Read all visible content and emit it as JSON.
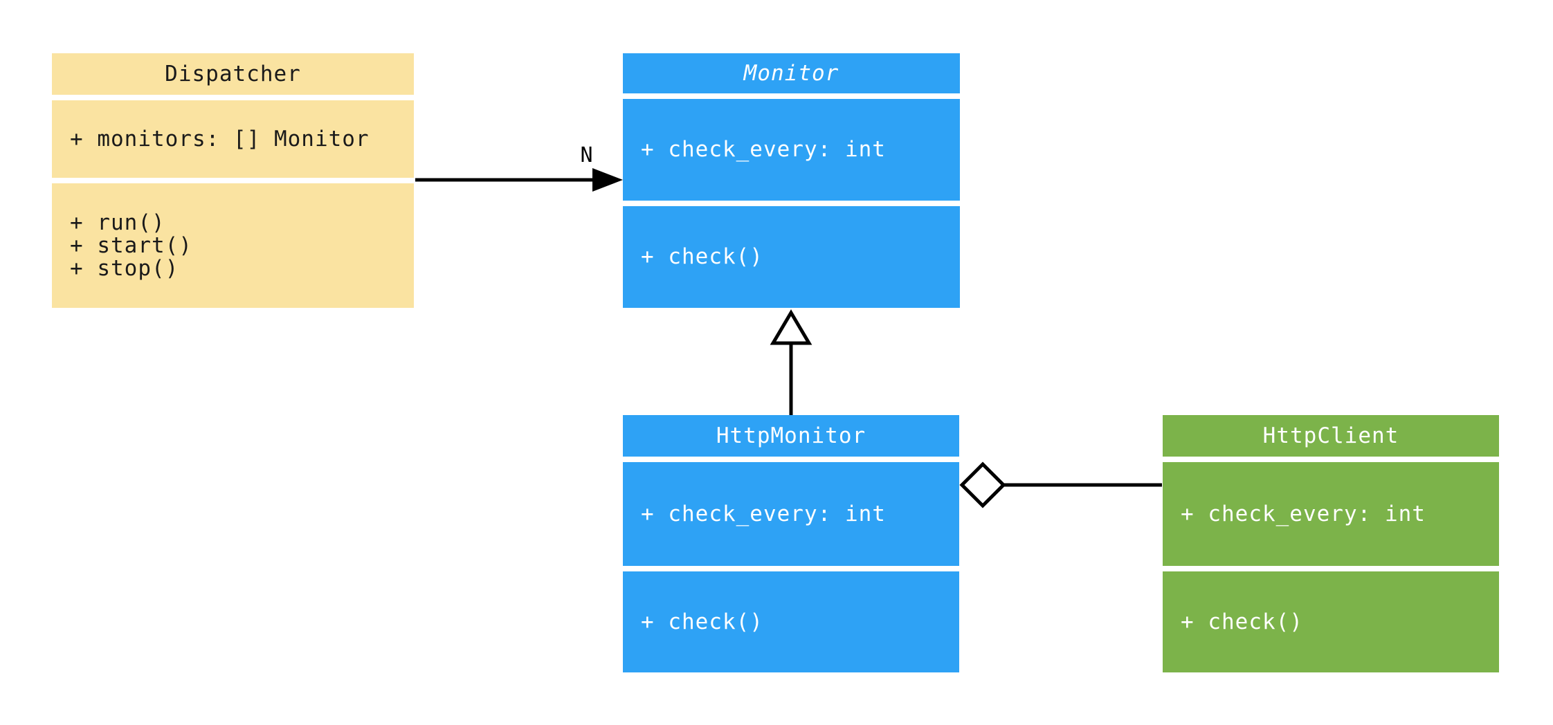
{
  "diagram": {
    "type": "uml-class-diagram",
    "background": "#ffffff",
    "colors": {
      "yellow_fill": "#FAE3A1",
      "blue_fill": "#2EA2F5",
      "green_fill": "#7CB34A",
      "edge_stroke": "#000000",
      "divider": "#ffffff",
      "text_on_yellow": "#1a1a1a",
      "text_on_color": "#ffffff"
    },
    "classes": [
      {
        "id": "dispatcher",
        "name": "Dispatcher",
        "abstract": false,
        "fill": "#FAE3A1",
        "attributes": [
          "+ monitors: [] Monitor"
        ],
        "methods": [
          "+ run()",
          "+ start()",
          "+ stop()"
        ]
      },
      {
        "id": "monitor",
        "name": "Monitor",
        "abstract": true,
        "fill": "#2EA2F5",
        "attributes": [
          "+ check_every: int"
        ],
        "methods": [
          "+ check()"
        ]
      },
      {
        "id": "http-monitor",
        "name": "HttpMonitor",
        "abstract": false,
        "fill": "#2EA2F5",
        "attributes": [
          "+ check_every: int"
        ],
        "methods": [
          "+ check()"
        ]
      },
      {
        "id": "http-client",
        "name": "HttpClient",
        "abstract": false,
        "fill": "#7CB34A",
        "attributes": [
          "+ check_every: int"
        ],
        "methods": [
          "+ check()"
        ]
      }
    ],
    "relationships": [
      {
        "from": "Dispatcher",
        "to": "Monitor",
        "type": "association",
        "arrow": "solid-arrowhead",
        "label": "N"
      },
      {
        "from": "HttpMonitor",
        "to": "Monitor",
        "type": "inheritance",
        "arrow": "hollow-triangle",
        "label": ""
      },
      {
        "from": "HttpMonitor",
        "to": "HttpClient",
        "type": "aggregation",
        "arrow": "hollow-diamond",
        "label": ""
      }
    ]
  }
}
